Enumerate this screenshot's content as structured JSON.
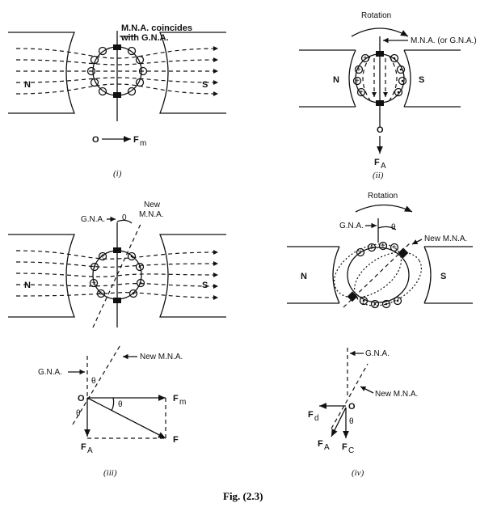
{
  "panel_i": {
    "mna_label": "M.N.A. coincides",
    "mna_label2": "with G.N.A.",
    "pole_n": "N",
    "pole_s": "S",
    "origin": "O",
    "force": "F",
    "force_sub": "m",
    "caption": "(i)"
  },
  "panel_ii": {
    "rotation": "Rotation",
    "mna_label": "M.N.A. (or G.N.A.)",
    "pole_n": "N",
    "pole_s": "S",
    "origin": "O",
    "force": "F",
    "force_sub": "A",
    "caption": "(ii)"
  },
  "panel_iii": {
    "gna": "G.N.A.",
    "new_mna": "New",
    "new_mna2": "M.N.A.",
    "theta": "0",
    "pole_n": "N",
    "pole_s": "S",
    "caption": "(iii)"
  },
  "panel_iv": {
    "rotation": "Rotation",
    "gna": "G.N.A.",
    "new_mna": "New M.N.A.",
    "theta": "θ",
    "pole_n": "N",
    "pole_s": "S",
    "caption": "(iv)"
  },
  "vector_iii": {
    "gna": "G.N.A.",
    "new_mna": "New M.N.A.",
    "origin": "O",
    "theta": "θ",
    "fm": "F",
    "fm_sub": "m",
    "fa": "F",
    "fa_sub": "A",
    "f": "F"
  },
  "vector_iv": {
    "gna": "G.N.A.",
    "new_mna": "New M.N.A.",
    "origin": "O",
    "theta": "θ",
    "fd": "F",
    "fd_sub": "d",
    "fa": "F",
    "fa_sub": "A",
    "fc": "F",
    "fc_sub": "C"
  },
  "figure_title": "Fig. (2.3)"
}
